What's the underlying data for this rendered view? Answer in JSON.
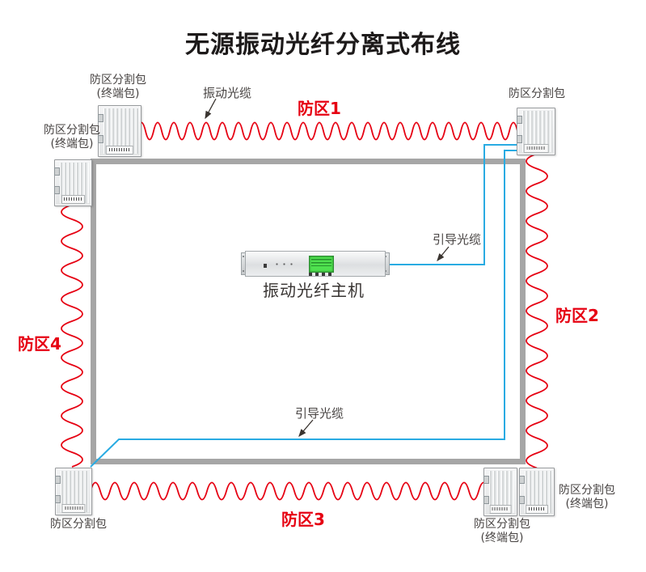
{
  "title": "无源振动光纤分离式布线",
  "zones": {
    "zone1": "防区1",
    "zone2": "防区2",
    "zone3": "防区3",
    "zone4": "防区4"
  },
  "cables": {
    "vibration_label": "振动光缆",
    "guide_label_upper": "引导光缆",
    "guide_label_lower": "引导光缆"
  },
  "host": {
    "label": "振动光纤主机"
  },
  "boxes": {
    "top_terminal": {
      "line1": "防区分割包",
      "line2": "(终端包)"
    },
    "left_terminal": {
      "line1": "防区分割包",
      "line2": "(终端包)"
    },
    "top_right_splitter": {
      "line1": "防区分割包"
    },
    "bottom_left_splitter": {
      "line1": "防区分割包"
    },
    "bottom_terminal_left": {
      "line1": "防区分割包",
      "line2": "(终端包)"
    },
    "bottom_terminal_right": {
      "line1": "防区分割包",
      "line2": "(终端包)"
    }
  },
  "colors": {
    "zone_red": "#e60012",
    "guide_blue": "#29abe2",
    "wall_gray": "#a6a6a6"
  }
}
